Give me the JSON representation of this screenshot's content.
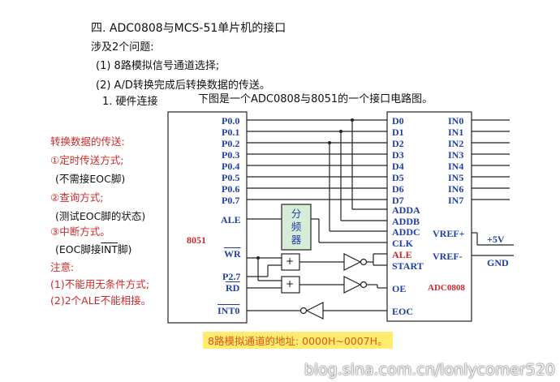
{
  "heading": {
    "title": "四. ADC0808与MCS-51单片机的接口"
  },
  "issues": {
    "intro": "涉及2个问题:",
    "item1": "(1) 8路模拟信号通道选择;",
    "item2": "(2) A/D转换完成后转换数据的传送。"
  },
  "section": {
    "label": "1. 硬件连接",
    "caption": "下图是一个ADC0808与8051的一个接口电路图。"
  },
  "side_notes": {
    "transfer_title": "转换数据的传送:",
    "m1": "①定时传送方式;",
    "m1_sub": "(不需接EOC脚)",
    "m2": "②查询方式;",
    "m2_sub": "(测试EOC脚的状态)",
    "m3": "③中断方式。",
    "m3_sub_pre": "(EOC脚接",
    "m3_sub_int": "INT",
    "m3_sub_post": "脚)",
    "attention": "注意:",
    "a1": "(1)不能用无条件方式;",
    "a2": "(2)2个ALE不能相接。"
  },
  "mcu": {
    "name": "8051",
    "pins": [
      "P0.0",
      "P0.1",
      "P0.2",
      "P0.3",
      "P0.4",
      "P0.5",
      "P0.6",
      "P0.7"
    ],
    "ale": "ALE",
    "wr": "WR",
    "p27": "P2.7",
    "rd": "RD",
    "int0": "INT0"
  },
  "divider": {
    "label": "分频器"
  },
  "gates": {
    "or_symbol": "+"
  },
  "adc": {
    "name": "ADC0808",
    "left_pins": [
      "D0",
      "D1",
      "D2",
      "D3",
      "D4",
      "D5",
      "D6",
      "D7",
      "ADDA",
      "ADDB",
      "ADDC",
      "CLK",
      "ALE",
      "START",
      "OE",
      "EOC"
    ],
    "inputs": [
      "IN0",
      "IN1",
      "IN2",
      "IN3",
      "IN4",
      "IN5",
      "IN6",
      "IN7"
    ],
    "vref_plus": "VREF+",
    "vref_minus": "VREF-"
  },
  "power": {
    "plus5v": "+5V",
    "gnd": "GND"
  },
  "footer": {
    "address": "8路模拟通道的地址: 0000H~0007H。"
  },
  "watermark": {
    "text": "blog.sina.com.cn/lonlycomer520"
  },
  "colors": {
    "accent_blue": "#1f3fa8",
    "note_red": "#cc2a2a",
    "divider_fill": "#d6ecd6",
    "address_bg": "#ffec6e"
  }
}
